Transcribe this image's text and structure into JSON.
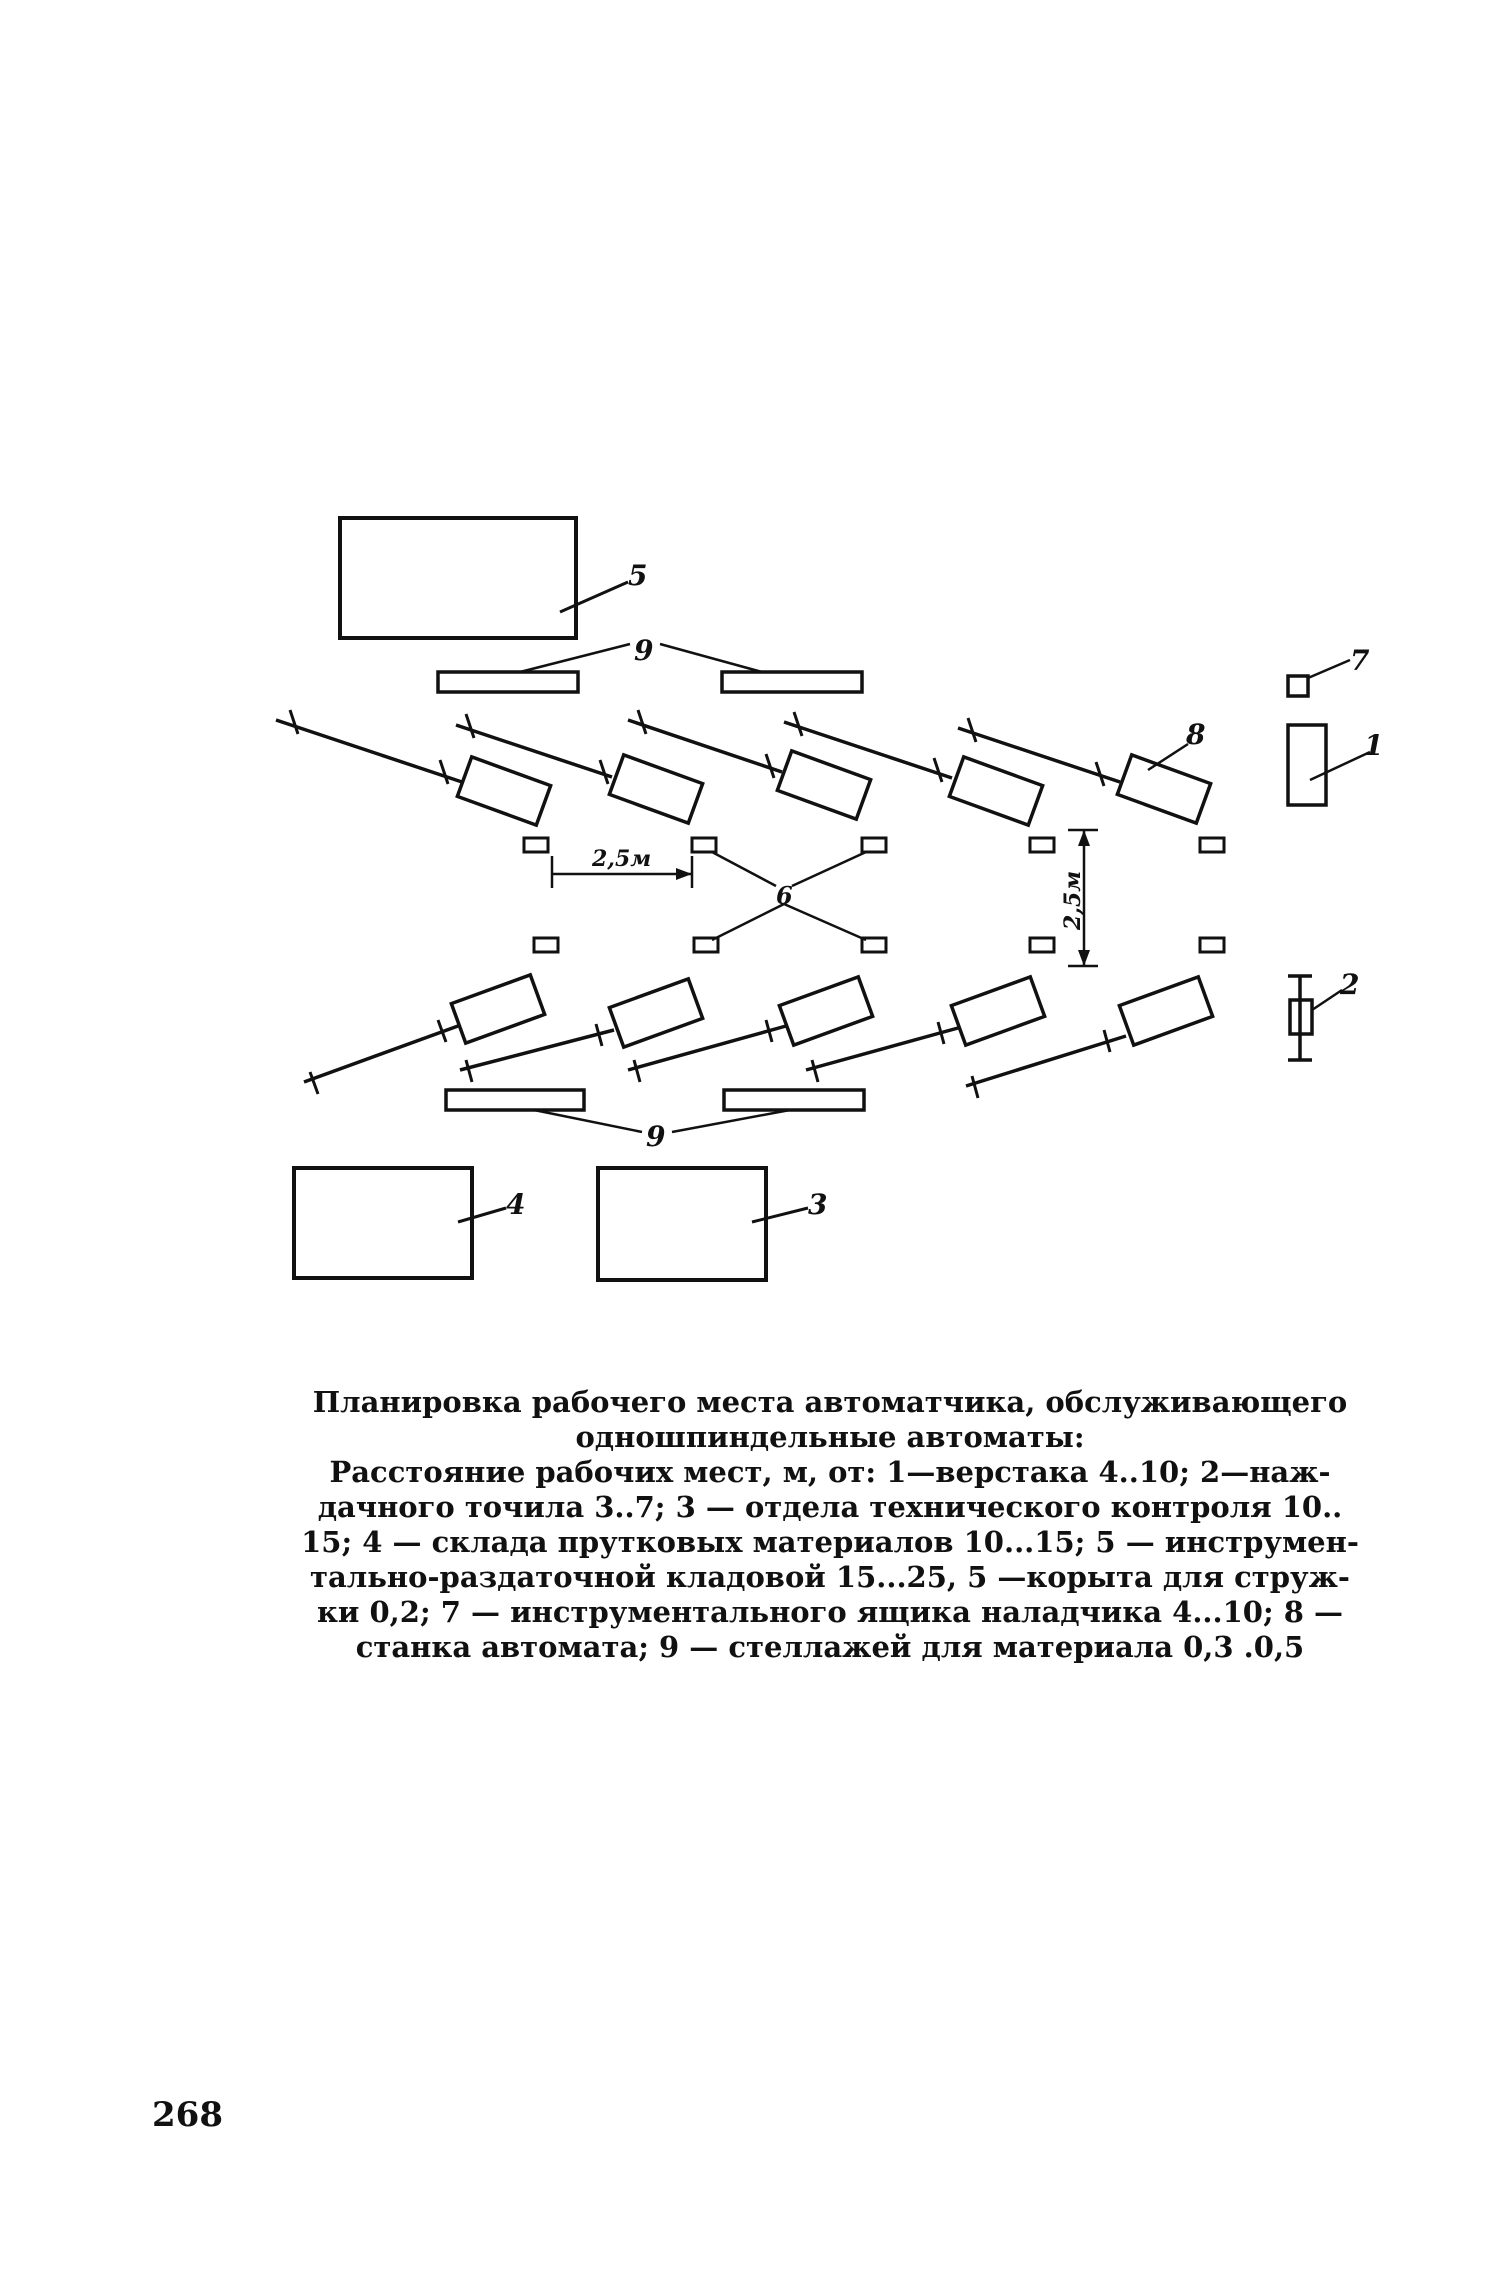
{
  "diagram": {
    "labels": {
      "l1": "1",
      "l2": "2",
      "l3": "3",
      "l4": "4",
      "l5": "5",
      "l6": "6",
      "l7": "7",
      "l8": "8",
      "l9_top": "9",
      "l9_bottom": "9"
    },
    "dimensions": {
      "horizontal": "2,5м",
      "vertical": "2,5м"
    }
  },
  "caption": {
    "title_line1": "Планировка рабочего места автоматчика, обслуживающего",
    "title_line2": "одношпиндельные автоматы:",
    "body_lines": [
      "Расстояние рабочих мест, м, от: 1—верстака 4..10; 2—наж-",
      "дачного точила 3..7; 3 — отдела технического контроля 10..",
      "15; 4 — склада прутковых материалов 10...15; 5 — инструмен-",
      "тально-раздаточной кладовой 15...25, 5 —корыта для струж-",
      "ки 0,2; 7 — инструментального ящика наладчика 4...10; 8 —",
      "станка автомата; 9 — стеллажей для материала 0,3 .0,5"
    ]
  },
  "page_number": "268"
}
